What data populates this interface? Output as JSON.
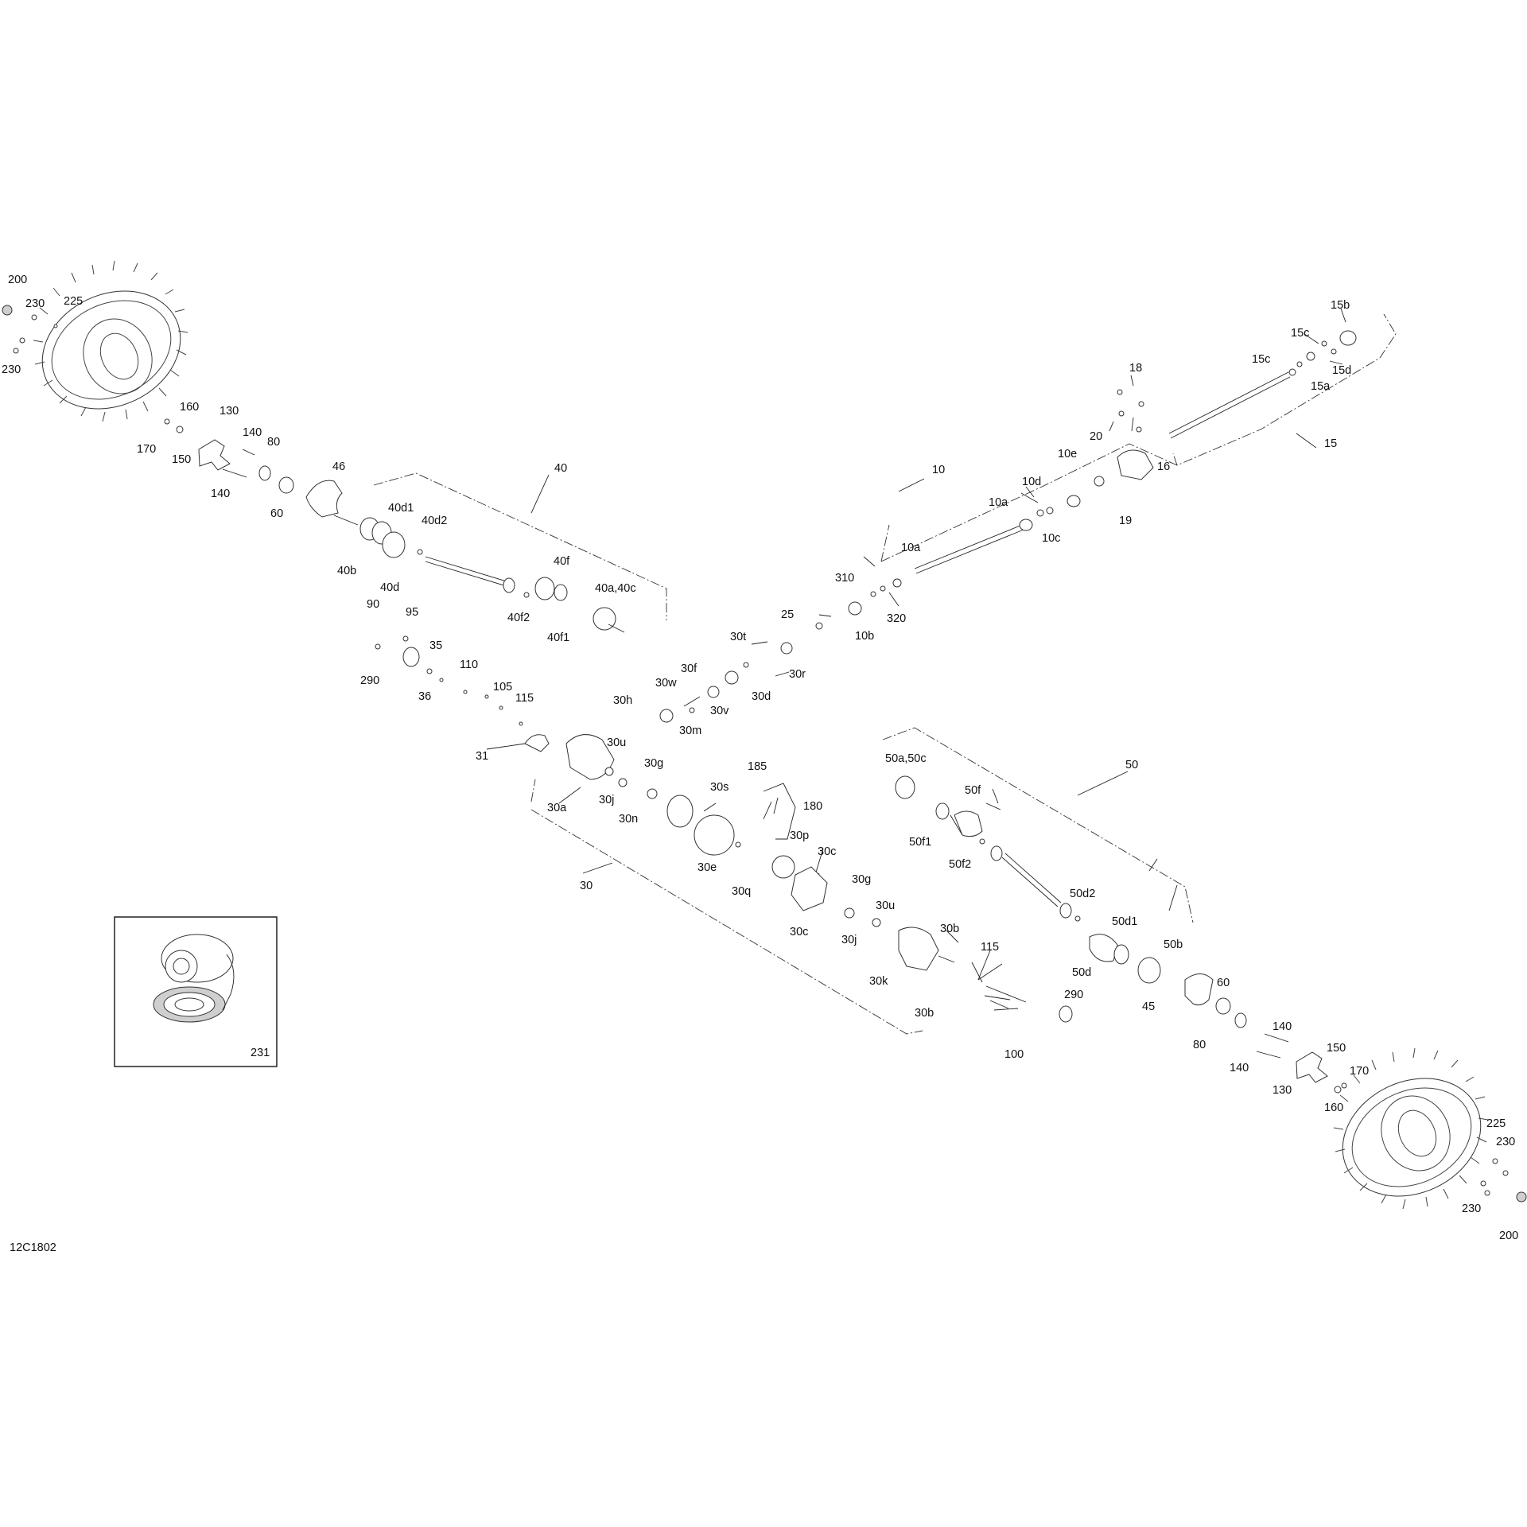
{
  "diagram_code": "12C1802",
  "inset_label": "231",
  "labels": {
    "l200a": "200",
    "l230a": "230",
    "l230b": "230",
    "l225a": "225",
    "l160a": "160",
    "l170a": "170",
    "l150a": "150",
    "l130a": "130",
    "l140a": "140",
    "l140b": "140",
    "l80a": "80",
    "l60a": "60",
    "l46": "46",
    "l40": "40",
    "l40d1": "40d1",
    "l40d2": "40d2",
    "l40b": "40b",
    "l40d": "40d",
    "l40f": "40f",
    "l40f2": "40f2",
    "l40f1": "40f1",
    "l40a40c": "40a,40c",
    "l90": "90",
    "l95": "95",
    "l35": "35",
    "l290a": "290",
    "l36": "36",
    "l110": "110",
    "l105": "105",
    "l115a": "115",
    "l31": "31",
    "l30a": "30a",
    "l30u": "30u",
    "l30j": "30j",
    "l30g": "30g",
    "l30n": "30n",
    "l30s": "30s",
    "l30e": "30e",
    "l185": "185",
    "l180": "180",
    "l30p": "30p",
    "l30q": "30q",
    "l30c1": "30c",
    "l30c2": "30c",
    "l30": "30",
    "l30g2": "30g",
    "l30j2": "30j",
    "l30u2": "30u",
    "l30k": "30k",
    "l30b1": "30b",
    "l30b2": "30b",
    "l30t": "30t",
    "l30r": "30r",
    "l30f": "30f",
    "l30w": "30w",
    "l30d": "30d",
    "l30h": "30h",
    "l30v": "30v",
    "l30m": "30m",
    "l25": "25",
    "l310": "310",
    "l320": "320",
    "l10b": "10b",
    "l10a": "10a",
    "l10a2": "10a",
    "l10": "10",
    "l10d": "10d",
    "l10c": "10c",
    "l10e": "10e",
    "l18": "18",
    "l20": "20",
    "l16": "16",
    "l19": "19",
    "l15b": "15b",
    "l15c": "15c",
    "l15d": "15d",
    "l15c2": "15c",
    "l15a": "15a",
    "l15": "15",
    "l50": "50",
    "l50a50c": "50a,50c",
    "l50f": "50f",
    "l50f1": "50f1",
    "l50f2": "50f2",
    "l50d2": "50d2",
    "l50d1": "50d1",
    "l50d": "50d",
    "l50b": "50b",
    "l115b": "115",
    "l100": "100",
    "l290b": "290",
    "l45": "45",
    "l60b": "60",
    "l80b": "80",
    "l140c": "140",
    "l140d": "140",
    "l130b": "130",
    "l150b": "150",
    "l170b": "170",
    "l160b": "160",
    "l225b": "225",
    "l230c": "230",
    "l230d": "230",
    "l200b": "200"
  }
}
